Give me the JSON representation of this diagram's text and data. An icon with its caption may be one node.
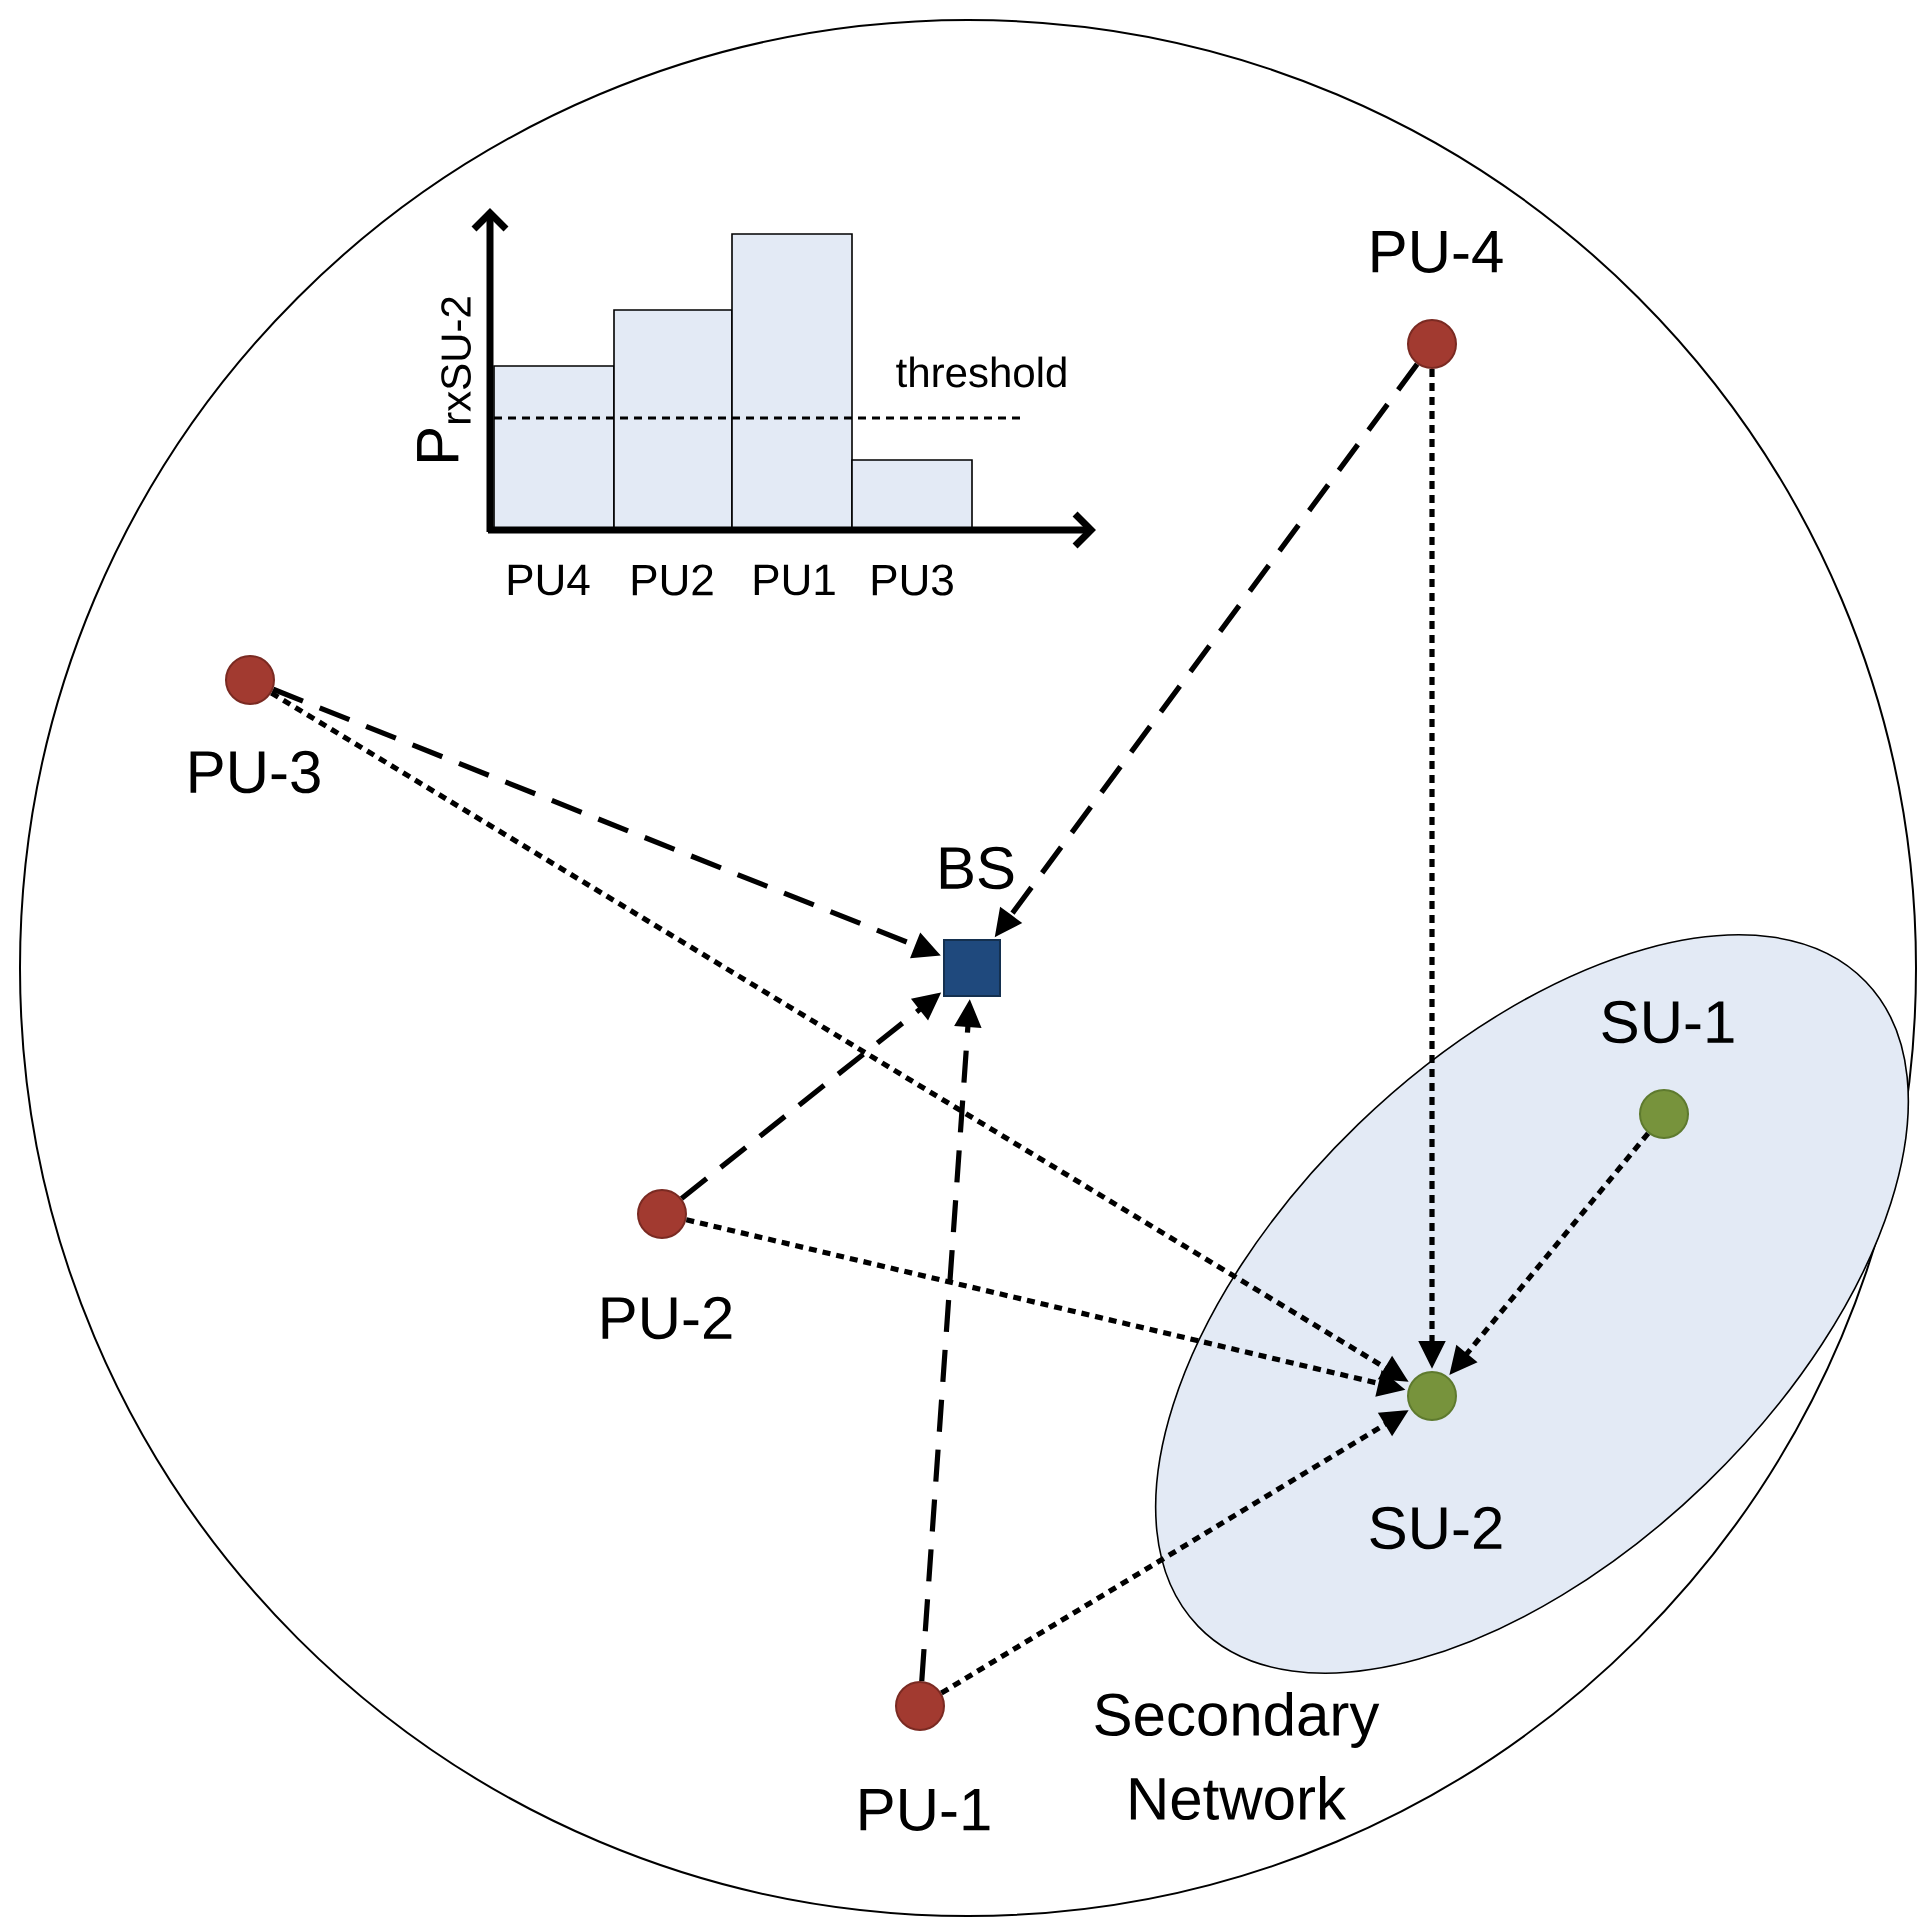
{
  "diagram": {
    "nodes": [
      {
        "text": [],
        "shape": "circle",
        "beside": [
          "PU-4"
        ]
      },
      {
        "text": [],
        "shape": "circle",
        "beside": [
          "PU-3"
        ]
      },
      {
        "text": [],
        "shape": "box",
        "beside": [
          "BS"
        ]
      },
      {
        "text": [
          "Secondary Network"
        ]
      },
      {
        "text": [],
        "shape": "circle",
        "beside": [
          "SU-1"
        ],
        "in": 3
      },
      {
        "text": [],
        "shape": "circle",
        "beside": [
          "SU-2"
        ],
        "in": 3
      },
      {
        "text": [],
        "shape": "circle",
        "beside": [
          "PU-2"
        ]
      },
      {
        "text": [],
        "shape": "circle",
        "beside": [
          "PU-1"
        ]
      }
    ],
    "edges": [
      {
        "from": 1,
        "to": 2,
        "arrow": "to",
        "style": "dashed"
      },
      {
        "from": 0,
        "to": 2,
        "arrow": "to",
        "style": "dashed"
      },
      {
        "from": 6,
        "to": 2,
        "arrow": "to",
        "style": "dashed"
      },
      {
        "from": 7,
        "to": 2,
        "arrow": "to",
        "style": "dashed"
      },
      {
        "from": 1,
        "to": 5,
        "arrow": "to"
      },
      {
        "from": 0,
        "to": 5,
        "arrow": "to"
      },
      {
        "from": 6,
        "to": 5,
        "arrow": "to"
      },
      {
        "from": 7,
        "to": 5,
        "arrow": "to"
      },
      {
        "from": 4,
        "to": 5,
        "arrow": "to"
      }
    ],
    "labels": [
      "P$_{rxSU-2}$",
      "threshold",
      "PU4",
      "PU2",
      "PU1",
      "PU3"
    ]
  }
}
